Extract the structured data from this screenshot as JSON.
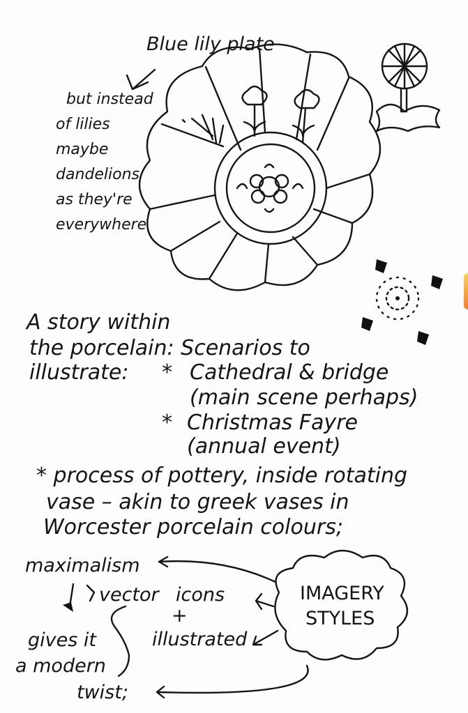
{
  "plate_note": {
    "title": "Blue lily plate",
    "lines": [
      "but instead",
      "of lilies",
      "maybe",
      "dandelions",
      "as they're",
      "everywhere"
    ]
  },
  "story": {
    "lines": [
      "A story within",
      "the porcelain: Scenarios to",
      "illustrate:"
    ],
    "scenarios": [
      {
        "bullet": "*",
        "lines": [
          "Cathedral & bridge",
          "(main scene perhaps)"
        ]
      },
      {
        "bullet": "*",
        "lines": [
          "Christmas Fayre",
          "(annual event)"
        ]
      }
    ],
    "pottery": [
      "* process of pottery, inside rotating",
      "vase – akin to greek vases in",
      "Worcester porcelain colours;"
    ]
  },
  "mindmap": {
    "center": [
      "IMAGERY",
      "STYLES"
    ],
    "maximalism": "maximalism",
    "vector": "vector",
    "icons": "icons",
    "plus": "+",
    "illustrated": "illustrated",
    "gives": [
      "gives it",
      "a modern",
      "twist;"
    ]
  }
}
